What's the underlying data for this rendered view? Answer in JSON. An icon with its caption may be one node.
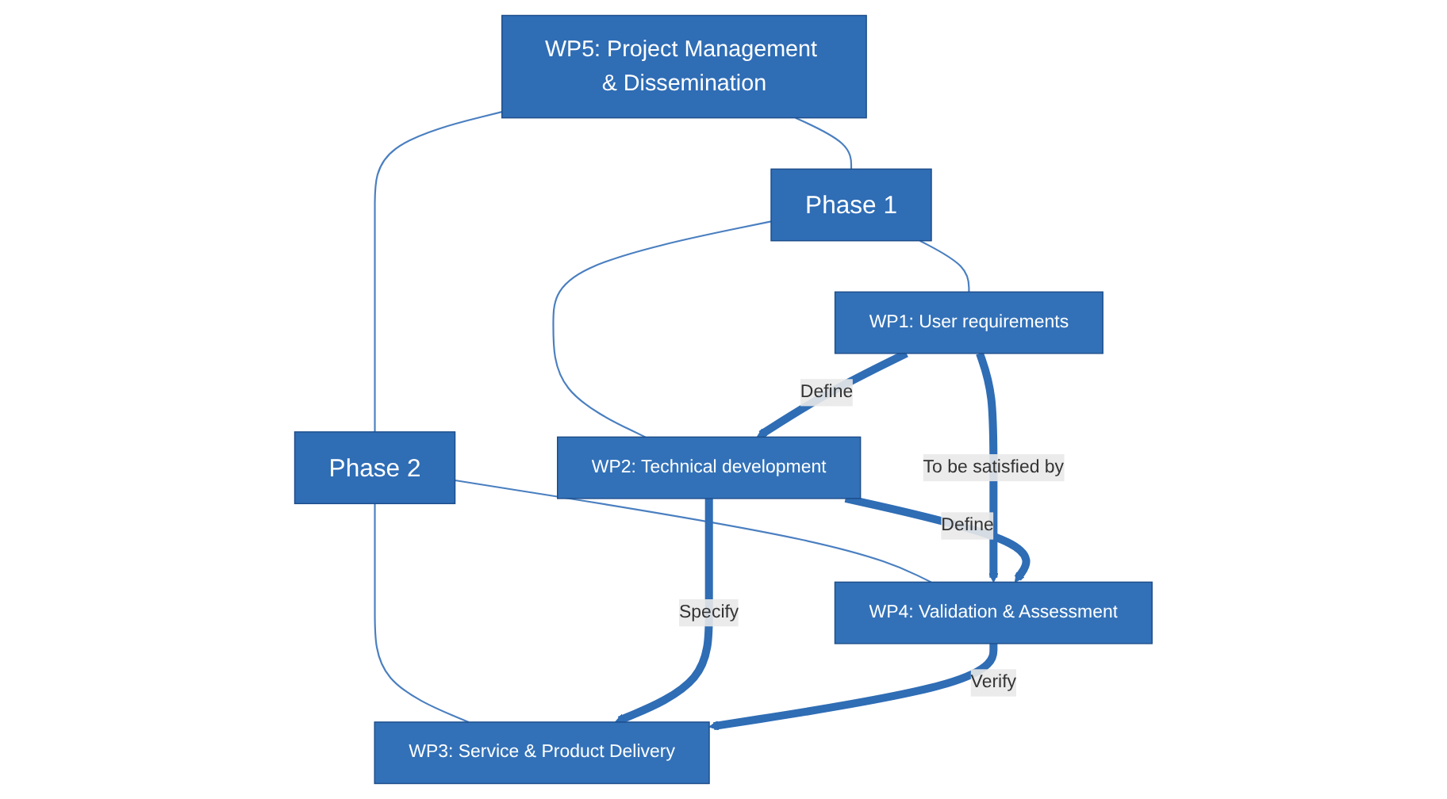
{
  "diagram": {
    "nodes": [
      {
        "text": [
          "WP5: Project Management & Dissemination"
        ]
      },
      {
        "text": [
          "Phase 1"
        ]
      },
      {
        "text": [
          "Phase 2"
        ]
      },
      {
        "text": [
          "WP1: User requirements"
        ]
      },
      {
        "text": [
          "WP2: Technical development"
        ]
      },
      {
        "text": [
          "WP3: Service & Product Delivery"
        ]
      },
      {
        "text": [
          "WP4: Validation & Assessment"
        ]
      }
    ],
    "edges": [
      {
        "from": 0,
        "to": 1,
        "arrow": "none"
      },
      {
        "from": 0,
        "to": 2,
        "arrow": "none"
      },
      {
        "from": 1,
        "to": 3,
        "arrow": "none"
      },
      {
        "from": 1,
        "to": 4,
        "arrow": "none"
      },
      {
        "from": 2,
        "to": 5,
        "arrow": "none"
      },
      {
        "from": 2,
        "to": 6,
        "arrow": "none"
      },
      {
        "from": 3,
        "to": 4,
        "arrow": "to",
        "label": "Define",
        "style": "thick"
      },
      {
        "from": 4,
        "to": 5,
        "arrow": "to",
        "label": "Specify",
        "style": "thick"
      },
      {
        "from": 6,
        "to": 5,
        "arrow": "to",
        "label": "Verify",
        "style": "thick"
      },
      {
        "from": 3,
        "to": 6,
        "arrow": "to",
        "label": "To be satisfied by",
        "style": "thick"
      },
      {
        "from": 4,
        "to": 6,
        "arrow": "to",
        "label": "Define",
        "style": "thick"
      }
    ]
  }
}
